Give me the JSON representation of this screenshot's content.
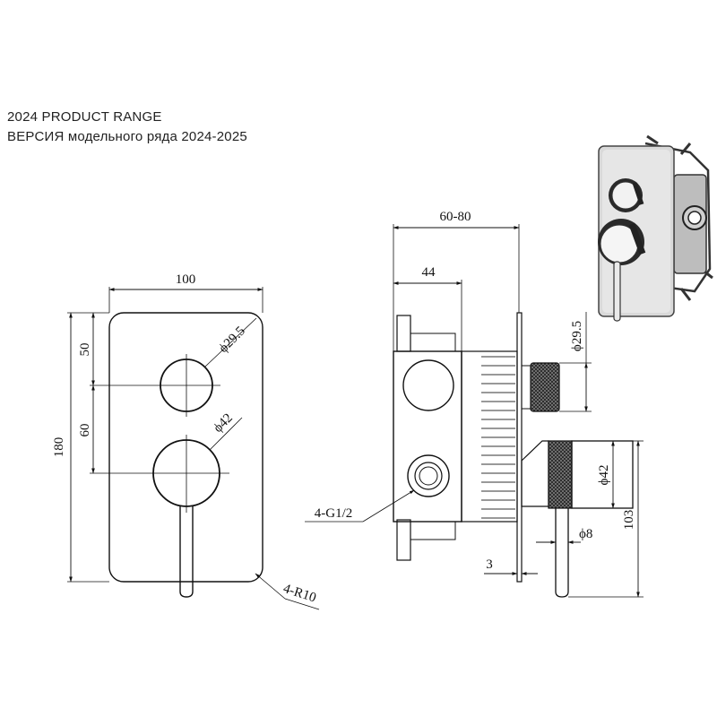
{
  "header": {
    "line1": "2024 PRODUCT RANGE",
    "line2": "ВЕРСИЯ модельного ряда 2024-2025"
  },
  "front_view": {
    "width": "100",
    "height": "180",
    "upper_offset": "50",
    "spacing": "60",
    "small_dia": "ϕ29.5",
    "large_dia": "ϕ42",
    "corner_radius": "4-R10"
  },
  "side_view": {
    "depth_range": "60-80",
    "body_depth": "44",
    "knob_dia": "ϕ29.5",
    "lever_dia": "ϕ42",
    "handle_dia": "ϕ8",
    "plate_thickness": "3",
    "projection": "103",
    "thread": "4-G1/2"
  }
}
